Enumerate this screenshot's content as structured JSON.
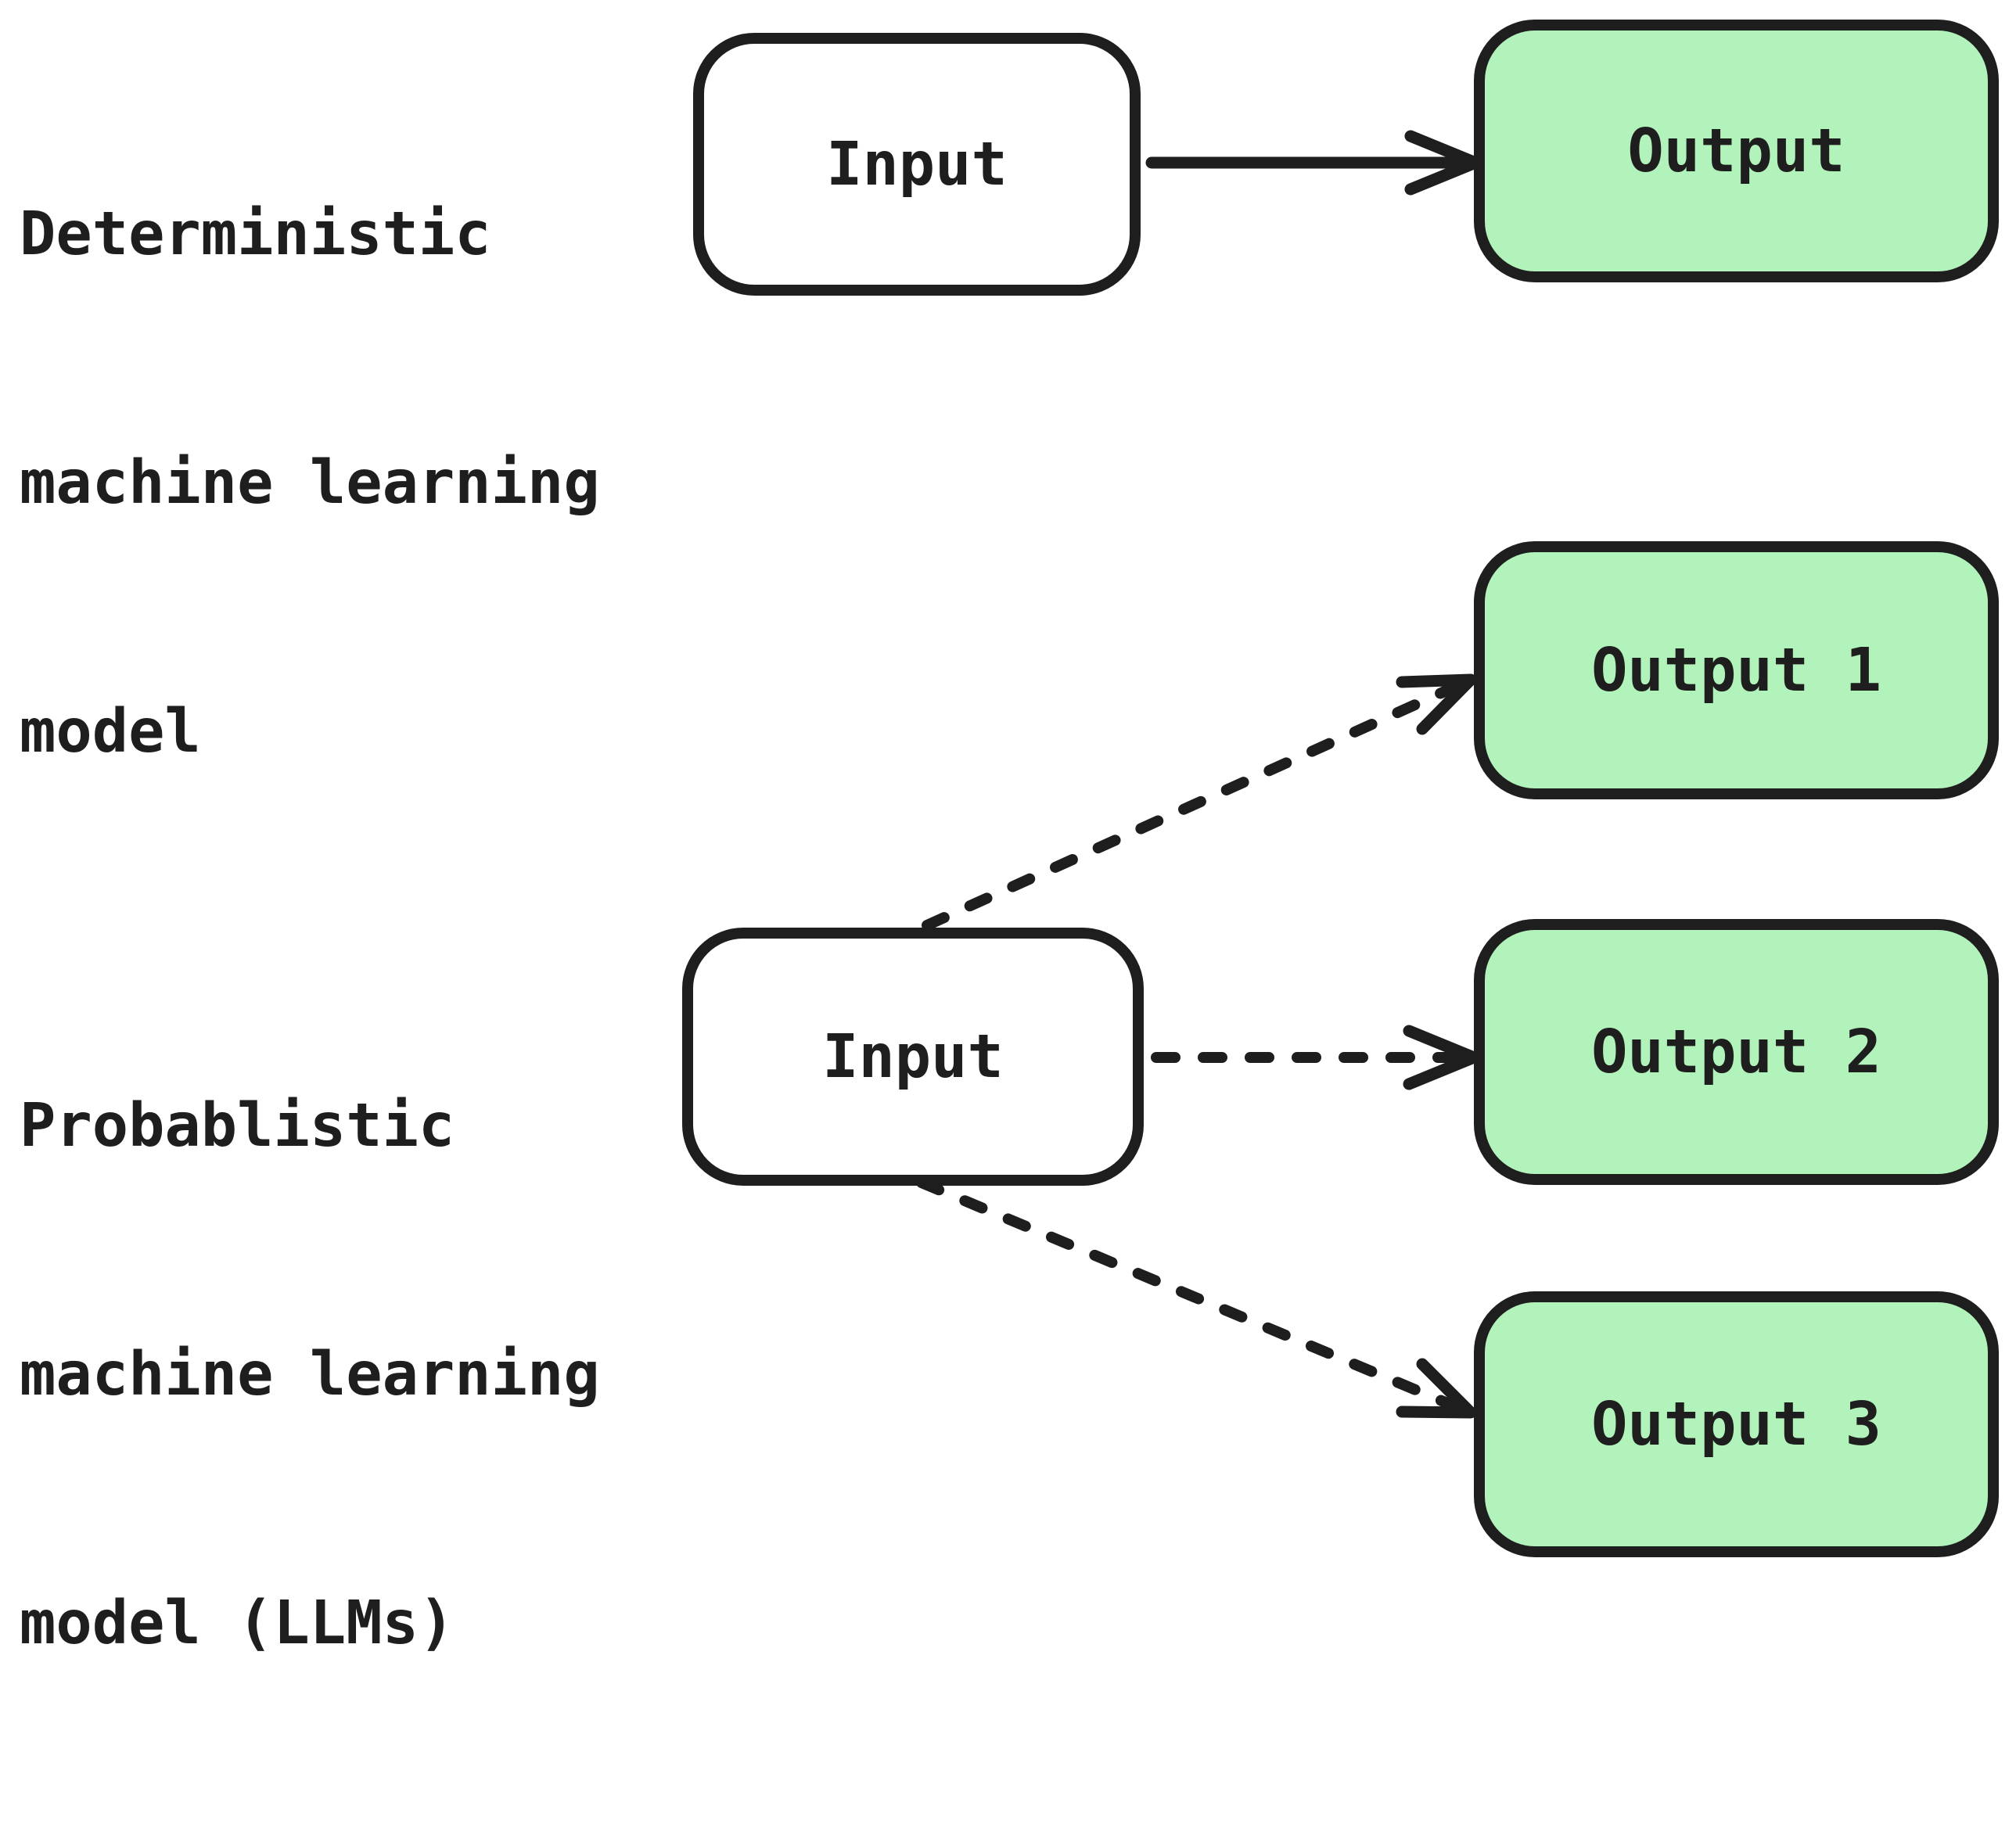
{
  "colors": {
    "ink": "#1e1e1e",
    "green": "#b2f2bb",
    "paper": "#ffffff"
  },
  "sections": {
    "deterministic": {
      "label_lines": [
        "Deterministic",
        "machine learning",
        "model"
      ],
      "input": {
        "label": "Input"
      },
      "output": {
        "label": "Output"
      },
      "arrow": {
        "style": "solid"
      }
    },
    "probabilistic": {
      "label_lines": [
        "Probablistic",
        "machine learning",
        "model (LLMs)"
      ],
      "input": {
        "label": "Input"
      },
      "outputs": [
        {
          "label": "Output 1"
        },
        {
          "label": "Output 2"
        },
        {
          "label": "Output 3"
        }
      ],
      "arrow": {
        "style": "dashed"
      }
    }
  }
}
